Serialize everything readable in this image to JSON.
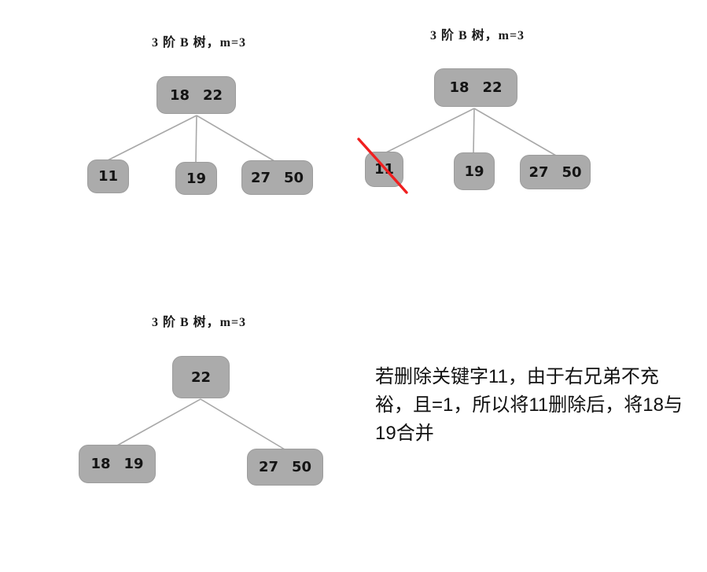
{
  "page": {
    "background": "#ffffff"
  },
  "colors": {
    "node_fill": "#ababab",
    "node_border": "#9c9c9c",
    "connector_line": "#a8a8a8",
    "delete_mark_red": "#f01f1f",
    "text": "#111111"
  },
  "trees": [
    {
      "title": "3 阶 B 树，m=3",
      "root": {
        "keys": [
          "18",
          "22"
        ]
      },
      "children": [
        {
          "keys": [
            "11"
          ]
        },
        {
          "keys": [
            "19"
          ]
        },
        {
          "keys": [
            "27",
            "50"
          ]
        }
      ]
    },
    {
      "title": "3 阶 B 树，m=3",
      "root": {
        "keys": [
          "18",
          "22"
        ]
      },
      "children": [
        {
          "keys": [
            "11"
          ],
          "deleted": true
        },
        {
          "keys": [
            "19"
          ]
        },
        {
          "keys": [
            "27",
            "50"
          ]
        }
      ]
    },
    {
      "title": "3 阶 B 树，m=3",
      "root": {
        "keys": [
          "22"
        ]
      },
      "children": [
        {
          "keys": [
            "18",
            "19"
          ]
        },
        {
          "keys": [
            "27",
            "50"
          ]
        }
      ]
    }
  ],
  "note": {
    "text": "若删除关键字11，由于右兄弟不充裕，且=1，所以将11删除后，将18与19合并",
    "lines": [
      "若删除关键字11，由于右兄弟不充",
      "裕，且=1，所以将11删除后，将18与",
      "19合并"
    ]
  }
}
